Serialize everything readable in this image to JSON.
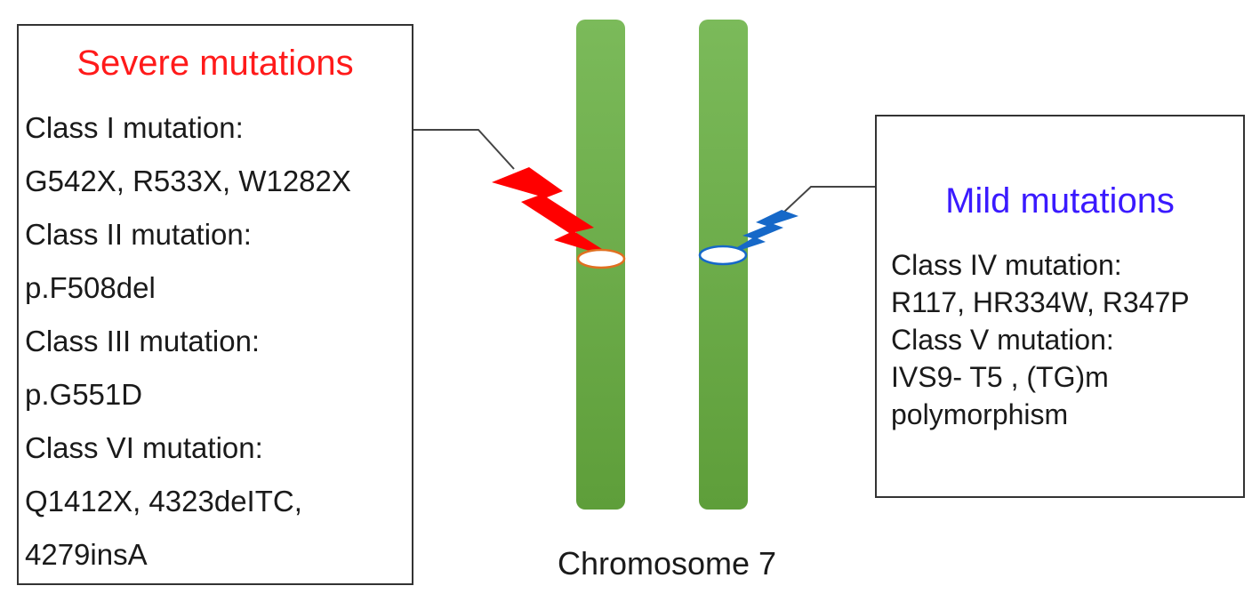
{
  "severe": {
    "title": "Severe mutations",
    "lines": [
      "Class I mutation:",
      "G542X, R533X, W1282X",
      "Class II mutation:",
      "p.F508del",
      "Class III mutation:",
      "p.G551D",
      "Class VI mutation:",
      "Q1412X, 4323deITC,",
      "4279insA"
    ]
  },
  "mild": {
    "title": "Mild mutations",
    "lines": [
      "Class IV mutation:",
      "R117, HR334W, R347P",
      "Class V mutation:",
      "IVS9- T5 , (TG)m",
      "polymorphism"
    ]
  },
  "chromosome": {
    "label": "Chromosome 7"
  },
  "colors": {
    "severe": "#ff1a1a",
    "mild": "#3a1aff",
    "chromosome": "#6aad48",
    "lightning_severe": "#ff0000",
    "lightning_mild": "#1668c8",
    "connector": "#444444"
  },
  "icons": {
    "severe_marker": "lightning-bolt-icon",
    "mild_marker": "lightning-bolt-icon",
    "locus_marker": "ellipse-locus"
  }
}
